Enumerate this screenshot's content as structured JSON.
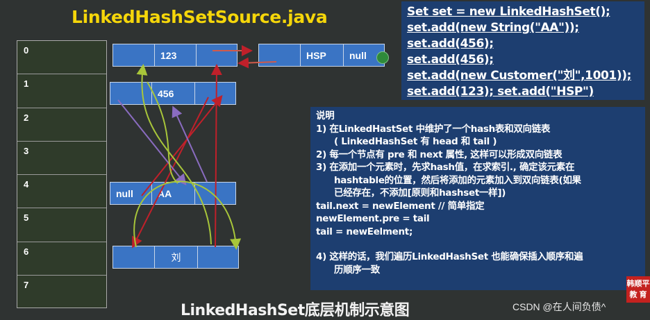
{
  "title": "LinkedHashSetSource.java",
  "hash_table": {
    "indices": [
      "0",
      "1",
      "2",
      "3",
      "4",
      "5",
      "6",
      "7"
    ]
  },
  "nodes": {
    "n123": {
      "cells": [
        "",
        "123",
        ""
      ]
    },
    "nHSP": {
      "cells": [
        "",
        "HSP",
        "null"
      ]
    },
    "n456": {
      "cells": [
        "",
        "456",
        ""
      ]
    },
    "nAA": {
      "cells": [
        "null",
        "AA",
        ""
      ]
    },
    "nLiu": {
      "cells": [
        "",
        "刘",
        ""
      ]
    }
  },
  "code": {
    "lines": [
      "Set set = new LinkedHashSet();",
      "set.add(new String(\"AA\"));",
      "set.add(456);",
      "set.add(456);",
      "set.add(new Customer(\"刘\",1001));",
      "set.add(123); set.add(\"HSP\")"
    ]
  },
  "notes": {
    "heading": "说明",
    "item1a": "1)  在LinkedHastSet 中维护了一个hash表和双向链表",
    "item1b": "( LinkedHashSet 有 head 和 tail )",
    "item2": "2)  每一个节点有 pre 和 next 属性, 这样可以形成双向链表",
    "item3a": "3)  在添加一个元素时，先求hash值，在求索引., 确定该元素在",
    "item3b": "hashtable的位置，然后将添加的元素加入到双向链表(如果",
    "item3c": "已经存在，不添加[原则和hashset一样])",
    "code1": "tail.next = newElement // 简单指定",
    "code2": "newElement.pre = tail",
    "code3": "tail = newEelment;",
    "item4a": "4)  这样的话，我们遍历LinkedHashSet 也能确保插入顺序和遍",
    "item4b": "历顺序一致"
  },
  "footer": "LinkedHashSet底层机制示意图",
  "watermark": "CSDN @在人间负债^",
  "logo": {
    "line1": "韩顺平",
    "line2": "教 育"
  },
  "colors": {
    "background": "#2f3332",
    "title": "#f5d60a",
    "node": "#3a74c4",
    "panel": "#1d3e70",
    "next_arrow": "#c0202a",
    "pre_arrow": "#8a6cc0",
    "green_arrow": "#a8c63a"
  }
}
